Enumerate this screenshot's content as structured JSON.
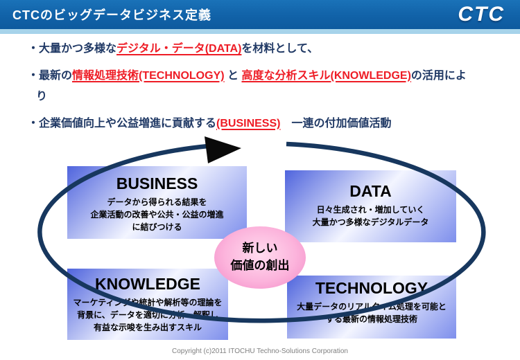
{
  "header": {
    "title": "CTCのビッグデータビジネス定義",
    "logo": "CTC"
  },
  "bullets": {
    "b1": {
      "p1": "・大量かつ多様な",
      "p2": "デジタル・データ(DATA)",
      "p3": "を材料として、"
    },
    "b2": {
      "p1": "・最新の",
      "p2": "情報処理技術(TECHNOLOGY)",
      "p3": " と ",
      "p4": "高度な分析スキル(KNOWLEDGE)",
      "p5": "の活用によ",
      "wrap": "り"
    },
    "b3": {
      "p1": "・企業価値向上や公益増進に貢献する",
      "p2": "(BUSINESS)",
      "p3": "　一連の付加価値活動"
    }
  },
  "diagram": {
    "boxes": [
      {
        "title": "BUSINESS",
        "body": "データから得られる結果を\n企業活動の改善や公共・公益の増進\nに結びつける"
      },
      {
        "title": "DATA",
        "body": "日々生成され・増加していく\n大量かつ多様なデジタルデータ"
      },
      {
        "title": "KNOWLEDGE",
        "body": "マーケティングや統計や解析等の理論を\n背景に、データを適切に分析・解釈し\n有益な示唆を生み出すスキル"
      },
      {
        "title": "TECHNOLOGY",
        "body": "大量データのリアルタイム処理を可能と\nする最新の情報処理技術"
      }
    ],
    "center": {
      "line1": "新しい",
      "line2": "価値の創出"
    }
  },
  "footer": {
    "copyright": "Copyright (c)2011 ITOCHU Techno-Solutions Corporation"
  },
  "colors": {
    "header_blue": "#1162a8",
    "header_strip": "#a6d3ea",
    "text_navy": "#1f3864",
    "accent_red": "#ee1c25",
    "box_blue": "#4f64dd",
    "arc_navy": "#17375e",
    "arrow_black": "#0a0a0a",
    "pink": "#f287c5"
  }
}
